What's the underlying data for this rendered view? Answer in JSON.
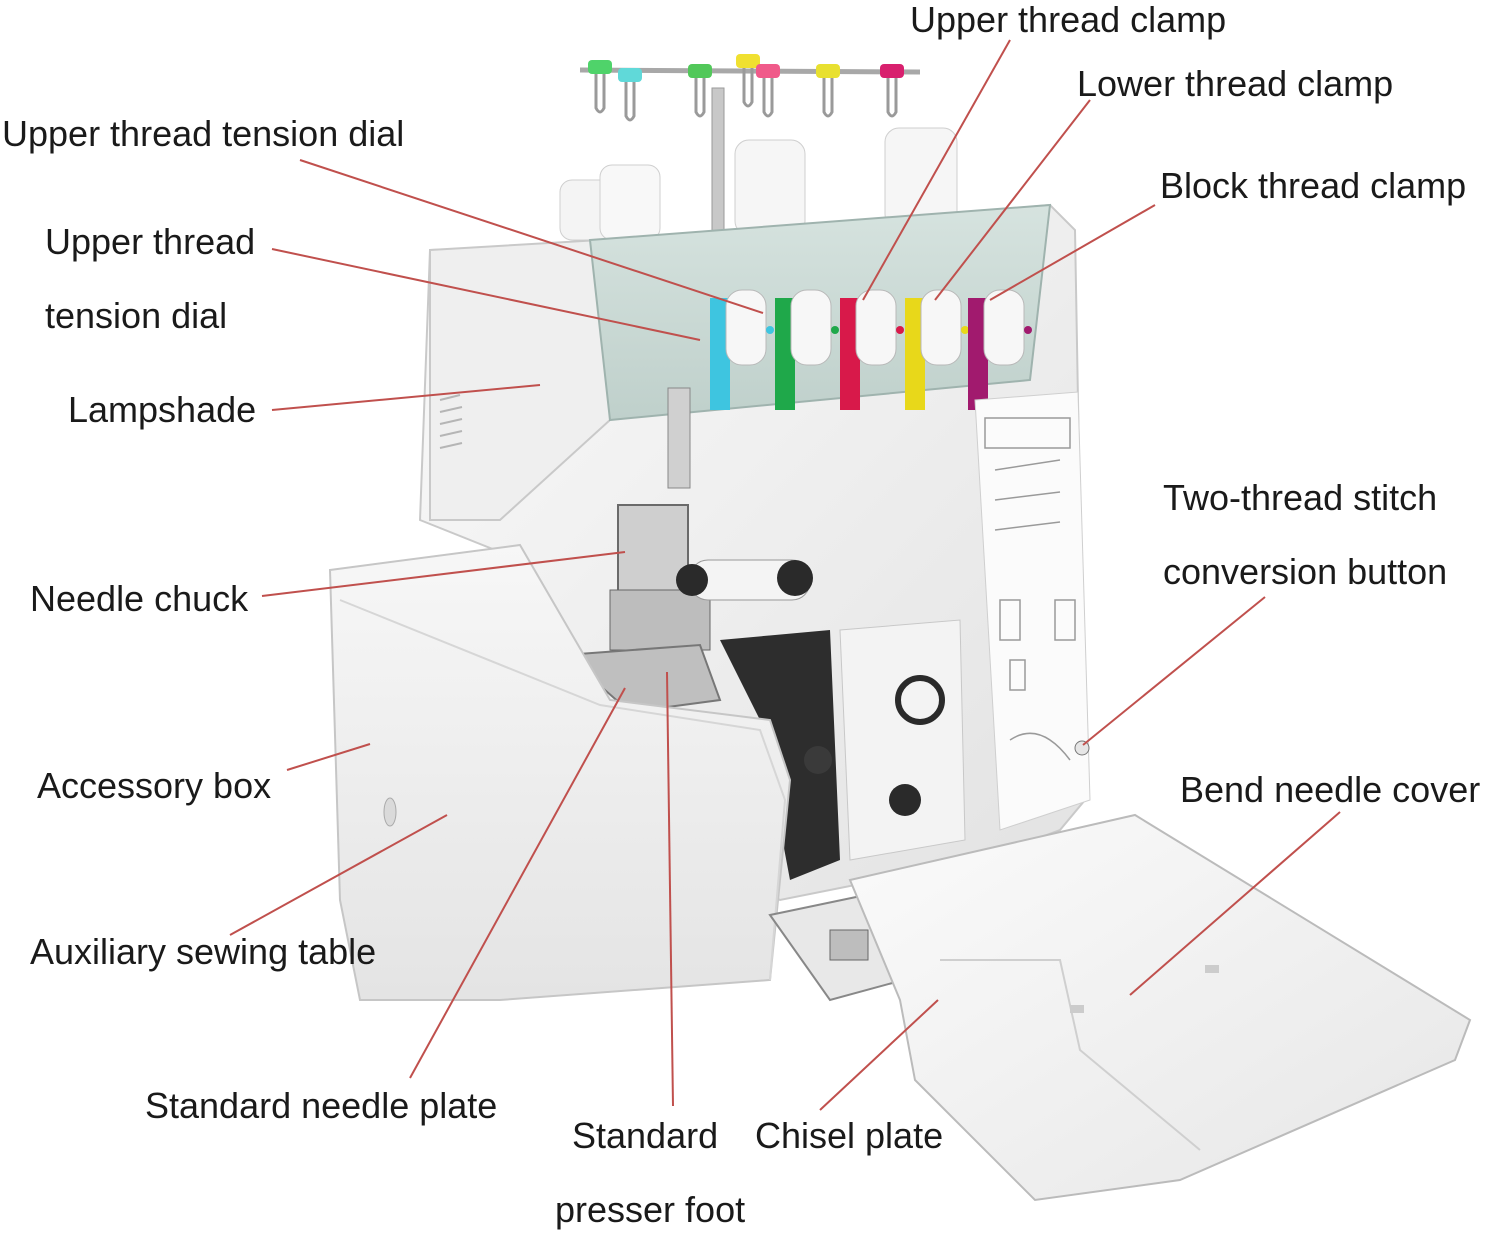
{
  "colors": {
    "leader": "#c0504d",
    "machine_body": "#f2f2f2",
    "panel": "#cddcd8",
    "dial_colors": [
      "#3ec5e0",
      "#1fa84a",
      "#d8194a",
      "#e8d81a",
      "#a11a6e"
    ],
    "spool_cap_colors": [
      "#4fd36a",
      "#60d9d9",
      "#52c85a",
      "#f0e030",
      "#f05a8a",
      "#e8e030",
      "#d8206e"
    ]
  },
  "labels": {
    "upper_thread_clamp": "Upper thread clamp",
    "lower_thread_clamp": "Lower thread clamp",
    "upper_thread_tension_dial_1": "Upper thread tension dial",
    "block_thread_clamp": "Block thread clamp",
    "upper_thread_tension_dial_2_line1": "Upper thread",
    "upper_thread_tension_dial_2_line2": "tension dial",
    "lampshade": "Lampshade",
    "two_thread_line1": "Two-thread stitch",
    "two_thread_line2": "conversion button",
    "needle_chuck": "Needle chuck",
    "accessory_box": "Accessory box",
    "bend_needle_cover": "Bend needle cover",
    "auxiliary_sewing_table": "Auxiliary sewing table",
    "standard_needle_plate": "Standard needle plate",
    "standard_presser_line1": "Standard",
    "standard_presser_line2": "presser foot",
    "chisel_plate": "Chisel plate"
  }
}
